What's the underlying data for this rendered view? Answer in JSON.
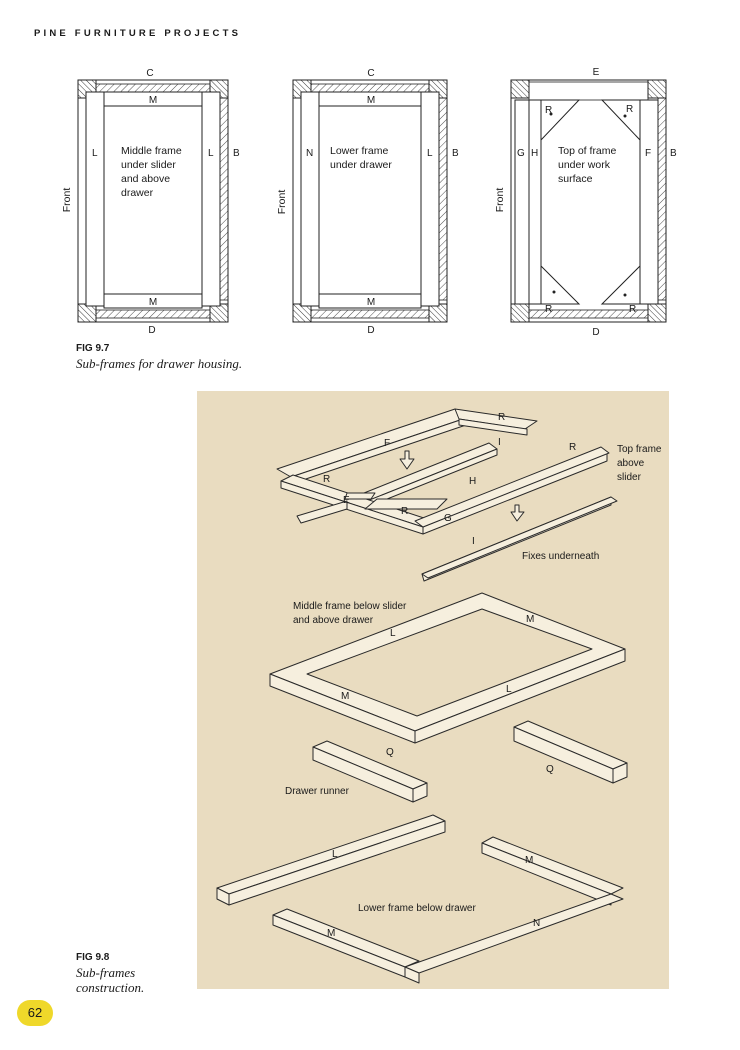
{
  "header": {
    "running_title": "PINE FURNITURE PROJECTS"
  },
  "fig97": {
    "number": "FIG 9.7",
    "caption": "Sub-frames for drawer housing.",
    "panel1": {
      "top": "C",
      "bottom": "D",
      "rail_top": "M",
      "rail_bottom": "M",
      "left": "L",
      "right": "L",
      "outer_right": "B",
      "side": "Front",
      "text": [
        "Middle frame",
        "under slider",
        "and above",
        "drawer"
      ]
    },
    "panel2": {
      "top": "C",
      "bottom": "D",
      "rail_top": "M",
      "rail_bottom": "M",
      "left": "N",
      "right": "L",
      "outer_right": "B",
      "side": "Front",
      "text": [
        "Lower frame",
        "under drawer"
      ]
    },
    "panel3": {
      "top": "E",
      "bottom": "D",
      "left": "G",
      "left_inner": "H",
      "right": "F",
      "outer_right": "B",
      "side": "Front",
      "r": "R",
      "text": [
        "Top of frame",
        "under work",
        "surface"
      ]
    }
  },
  "fig98": {
    "number": "FIG 9.8",
    "caption_line1": "Sub-frames",
    "caption_line2": "construction.",
    "labels": {
      "R": "R",
      "F": "F",
      "I": "I",
      "E": "E",
      "H": "H",
      "G": "G",
      "M": "M",
      "L": "L",
      "Q": "Q",
      "N": "N",
      "top_frame": [
        "Top frame",
        "above",
        "slider"
      ],
      "fixes": "Fixes underneath",
      "middle_frame": [
        "Middle frame below slider",
        "and above drawer"
      ],
      "drawer_runner": "Drawer runner",
      "lower_frame": "Lower frame below drawer"
    }
  },
  "page": {
    "number": "62"
  }
}
